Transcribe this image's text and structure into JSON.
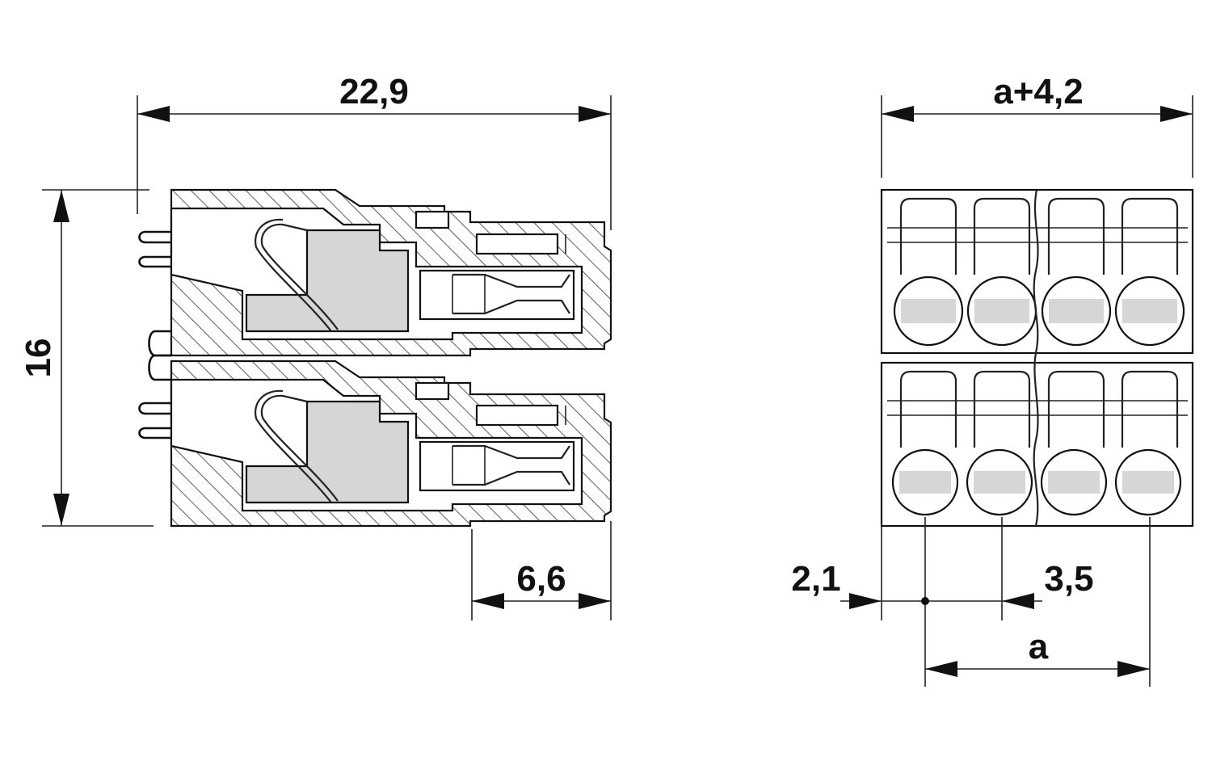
{
  "dimensions": {
    "overall_length": "22,9",
    "height": "16",
    "front_depth": "6,6",
    "overall_width": "a+4,2",
    "offset": "2,1",
    "pitch": "3,5",
    "pitch_span": "a"
  },
  "colors": {
    "line": "#111111",
    "fill_grey": "#d6d6d6",
    "background": "#ffffff"
  }
}
